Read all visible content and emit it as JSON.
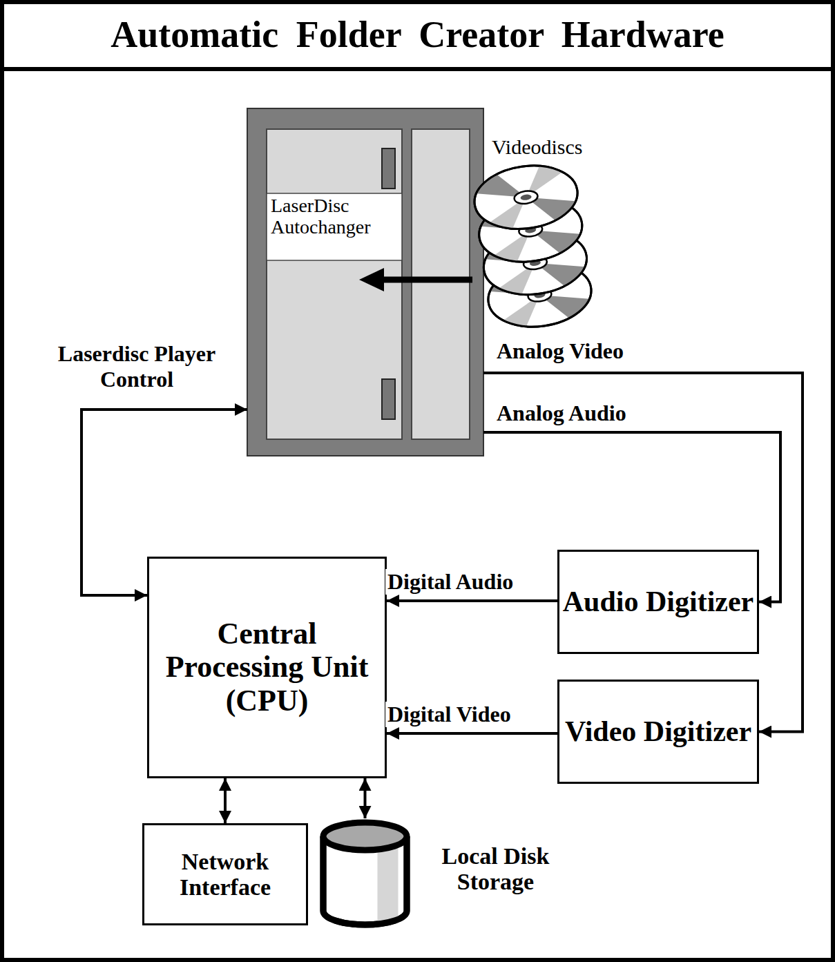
{
  "diagram": {
    "title": "Automatic Folder Creator Hardware",
    "nodes": [
      {
        "text": [
          "LaserDisc Autochanger"
        ]
      },
      {
        "text": [
          "Central Processing Unit (CPU)"
        ]
      },
      {
        "text": [
          "Audio Digitizer"
        ]
      },
      {
        "text": [
          "Video Digitizer"
        ]
      },
      {
        "text": [
          "Network Interface"
        ]
      },
      {
        "text": [
          "Local Disk Storage"
        ]
      }
    ],
    "edges": [
      {
        "from": 1,
        "to": 0,
        "arrow": "both",
        "label": "Laserdisc Player Control"
      },
      {
        "from": 0,
        "to": 3,
        "arrow": "to",
        "label": "Analog Video"
      },
      {
        "from": 0,
        "to": 2,
        "arrow": "to",
        "label": "Analog Audio"
      },
      {
        "from": 2,
        "to": 1,
        "arrow": "to",
        "label": "Digital Audio"
      },
      {
        "from": 3,
        "to": 1,
        "arrow": "to",
        "label": "Digital Video"
      },
      {
        "from": 1,
        "to": 4,
        "arrow": "both"
      },
      {
        "from": 1,
        "to": 5,
        "arrow": "both"
      }
    ],
    "labels": [
      "Videodiscs"
    ]
  }
}
